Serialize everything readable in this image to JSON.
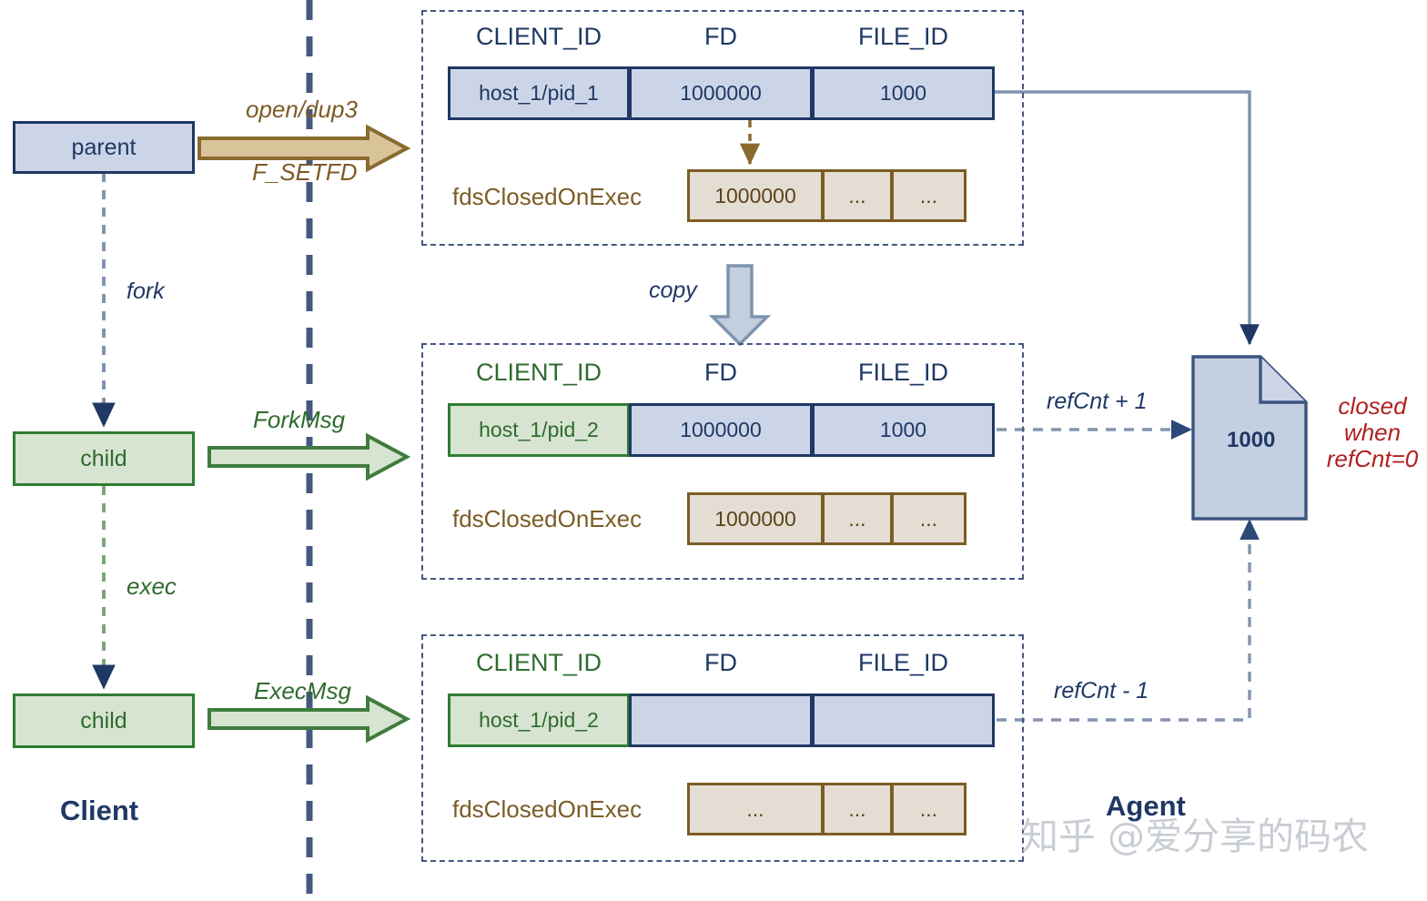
{
  "zones": {
    "client_label": "Client",
    "agent_label": "Agent"
  },
  "client": {
    "parent": {
      "label": "parent"
    },
    "child_fork": {
      "label": "child"
    },
    "child_exec": {
      "label": "child"
    },
    "fork_label": "fork",
    "exec_label": "exec"
  },
  "messages": {
    "open_dup3": "open/dup3",
    "f_setfd": "F_SETFD",
    "forkmsg": "ForkMsg",
    "execmsg": "ExecMsg",
    "copy": "copy"
  },
  "tables": [
    {
      "id": "table-parent",
      "headers": [
        "CLIENT_ID",
        "FD",
        "FILE_ID"
      ],
      "header_colors": [
        "blue",
        "blue",
        "blue"
      ],
      "row": [
        "host_1/pid_1",
        "1000000",
        "1000"
      ],
      "row_colors": [
        "blue",
        "blue",
        "blue"
      ],
      "fds_label": "fdsClosedOnExec",
      "fds_cells": [
        "1000000",
        "...",
        "..."
      ]
    },
    {
      "id": "table-child-fork",
      "headers": [
        "CLIENT_ID",
        "FD",
        "FILE_ID"
      ],
      "header_colors": [
        "green",
        "blue",
        "blue"
      ],
      "row": [
        "host_1/pid_2",
        "1000000",
        "1000"
      ],
      "row_colors": [
        "green",
        "blue",
        "blue"
      ],
      "fds_label": "fdsClosedOnExec",
      "fds_cells": [
        "1000000",
        "...",
        "..."
      ]
    },
    {
      "id": "table-child-exec",
      "headers": [
        "CLIENT_ID",
        "FD",
        "FILE_ID"
      ],
      "header_colors": [
        "green",
        "blue",
        "blue"
      ],
      "row": [
        "host_1/pid_2",
        "",
        ""
      ],
      "row_colors": [
        "green",
        "blue",
        "blue"
      ],
      "fds_label": "fdsClosedOnExec",
      "fds_cells": [
        "...",
        "...",
        "..."
      ]
    }
  ],
  "file_object": {
    "id_value": "1000",
    "refcnt_inc": "refCnt + 1",
    "refcnt_dec": "refCnt - 1",
    "note": "closed\nwhen\nrefCnt=0",
    "note_line1": "closed",
    "note_line2": "when",
    "note_line3": "refCnt=0"
  },
  "watermark": {
    "text": "知乎 @爱分享的码农"
  },
  "colors": {
    "navy": "#1f3864",
    "blue_fill": "#ccd5e8",
    "green_border": "#2f7d32",
    "green_fill": "#d7e4d1",
    "brown_border": "#7c5c26",
    "brown_fill": "#e4ddd3",
    "red_note": "#b02020",
    "divider": "#44587f"
  }
}
